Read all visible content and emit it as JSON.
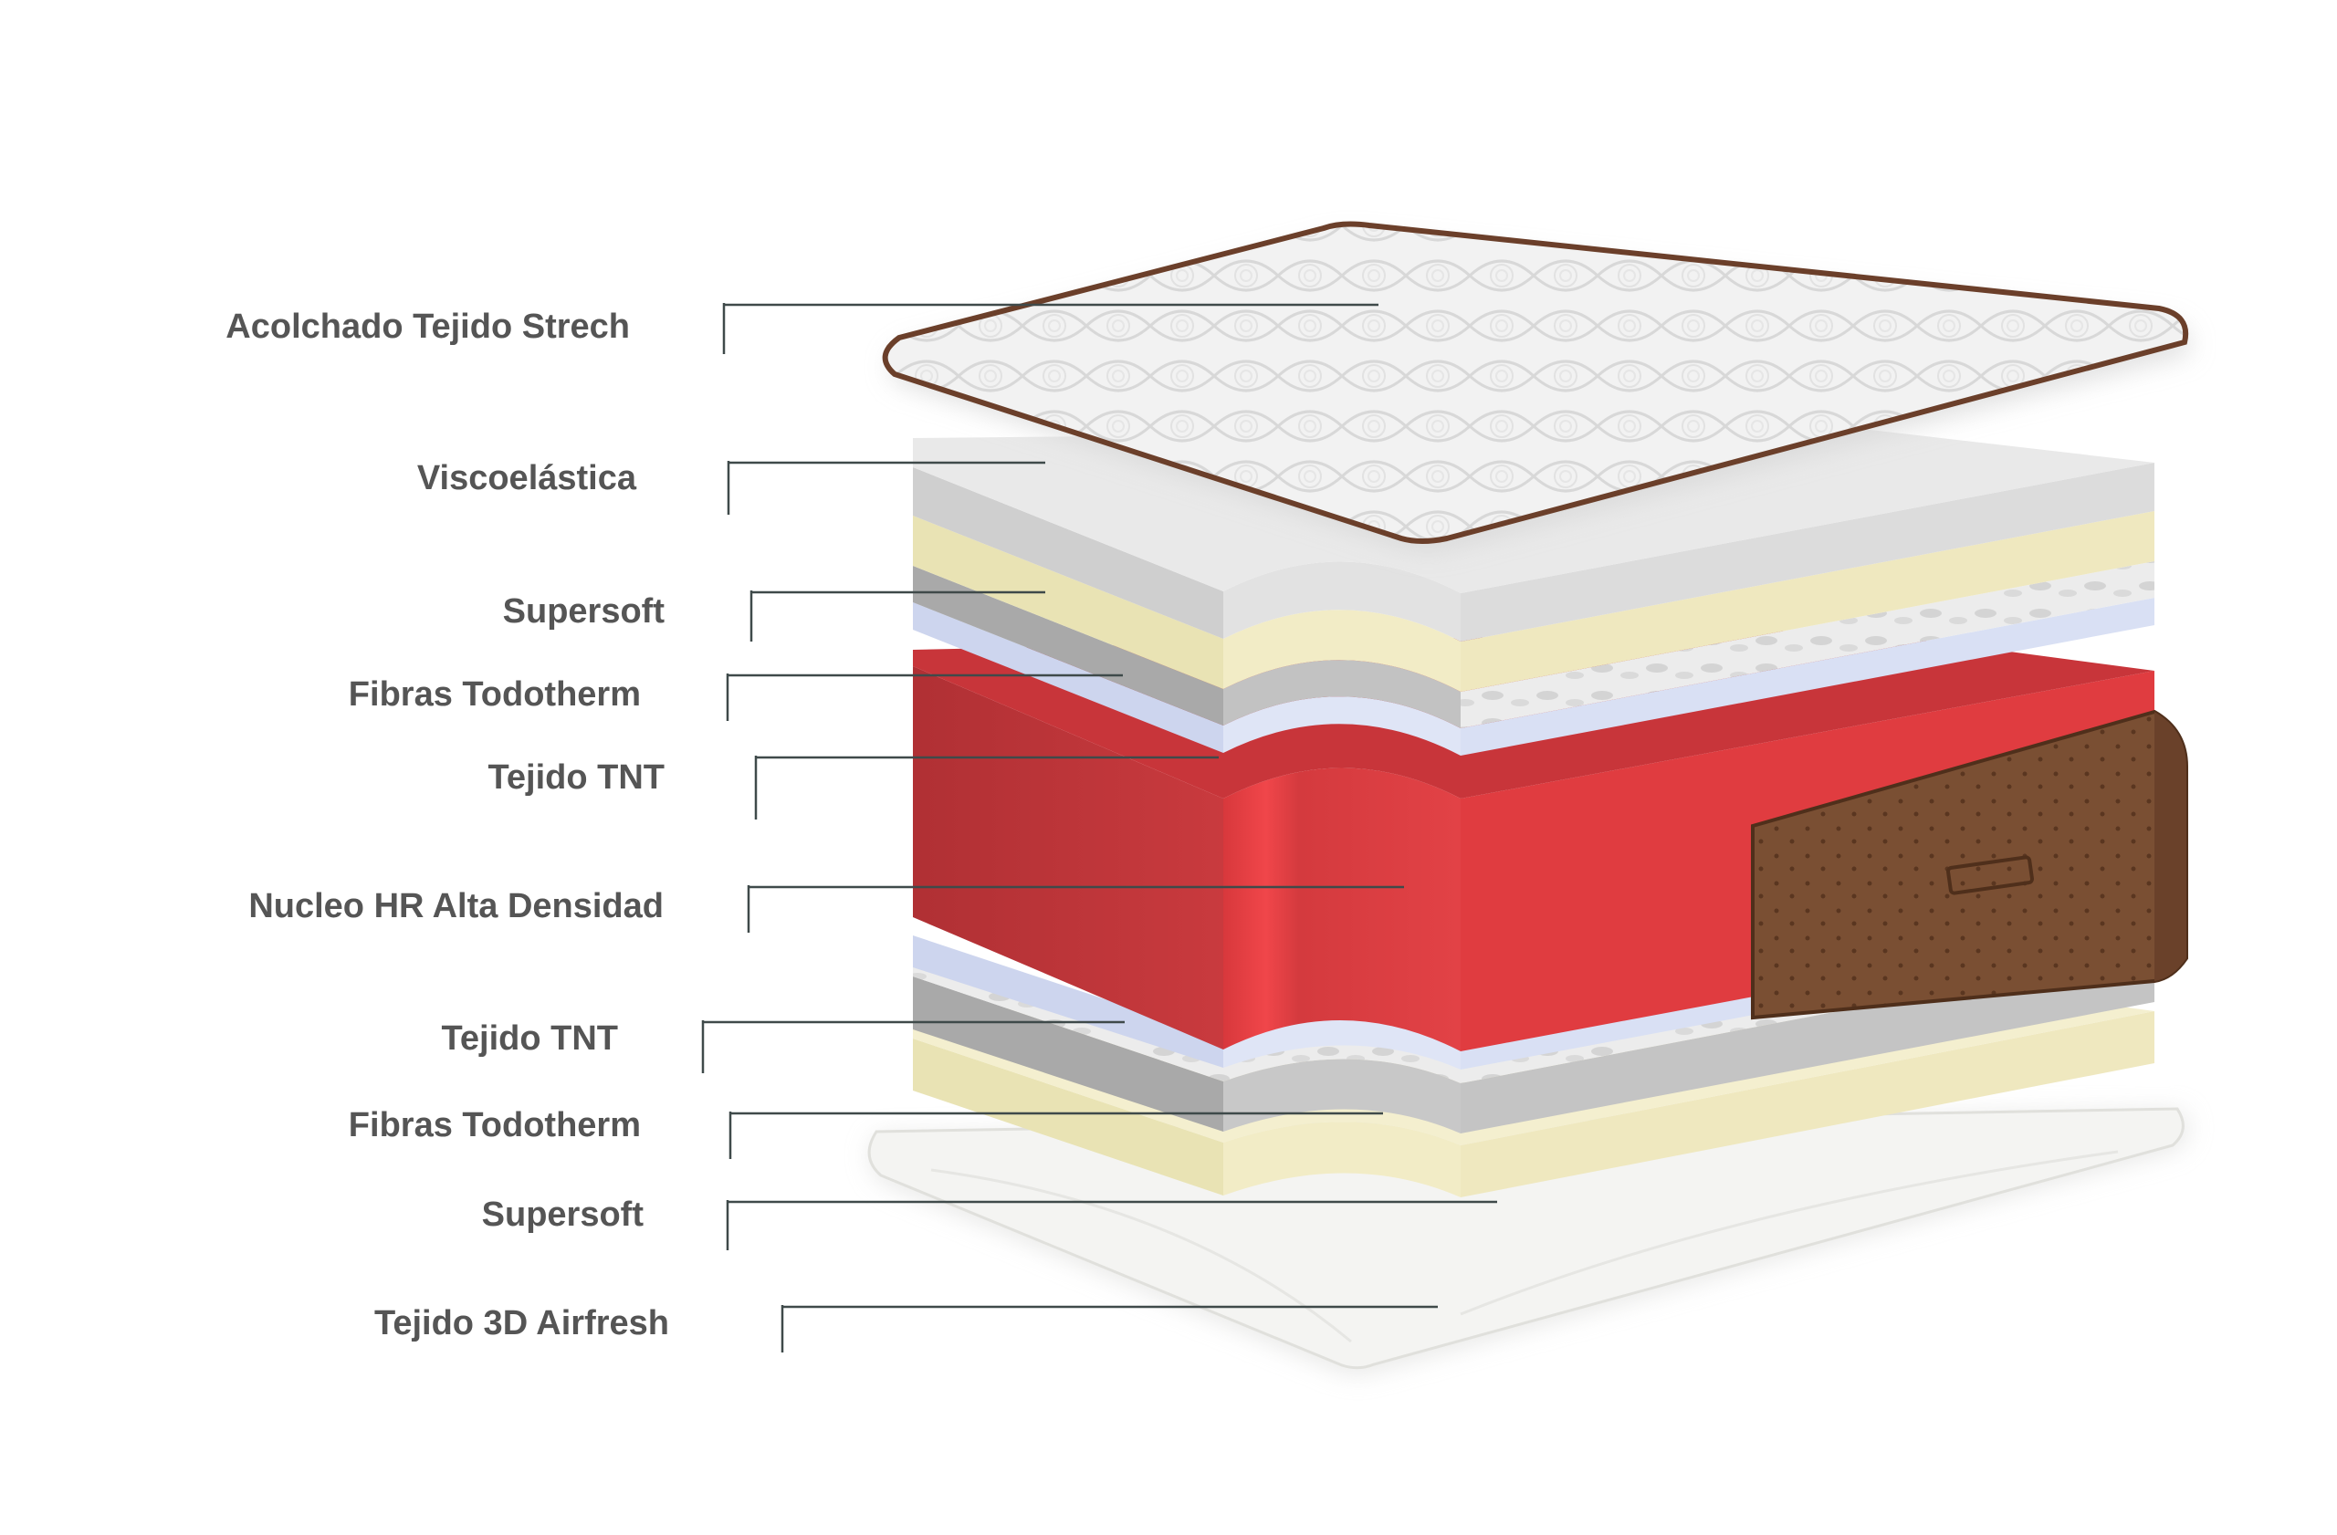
{
  "labels": [
    "Acolchado Tejido Strech",
    "Viscoelástica",
    "Supersoft",
    "Fibras Todotherm",
    "Tejido TNT",
    "Nucleo HR Alta Densidad",
    "Tejido TNT",
    "Fibras Todotherm",
    "Supersoft",
    "Tejido 3D Airfresh"
  ],
  "colors": {
    "label_text": "#555555",
    "leader_line": "#3f4a4a",
    "topper_fill": "#f1f1f1",
    "topper_border": "#6b3f2a",
    "visco_fill": "#dcdcdc",
    "supersoft_fill": "#f1ebc4",
    "fiber_fill": "#e8e8e8",
    "fiber_edge": "#b0b0b0",
    "tnt_fill": "#dce2f3",
    "core_front": "#e03c40",
    "core_side": "#b02e32",
    "core_top": "#c8353a",
    "handle_panel": "#7a4f33",
    "airfresh_fill": "#f4f4f2"
  }
}
